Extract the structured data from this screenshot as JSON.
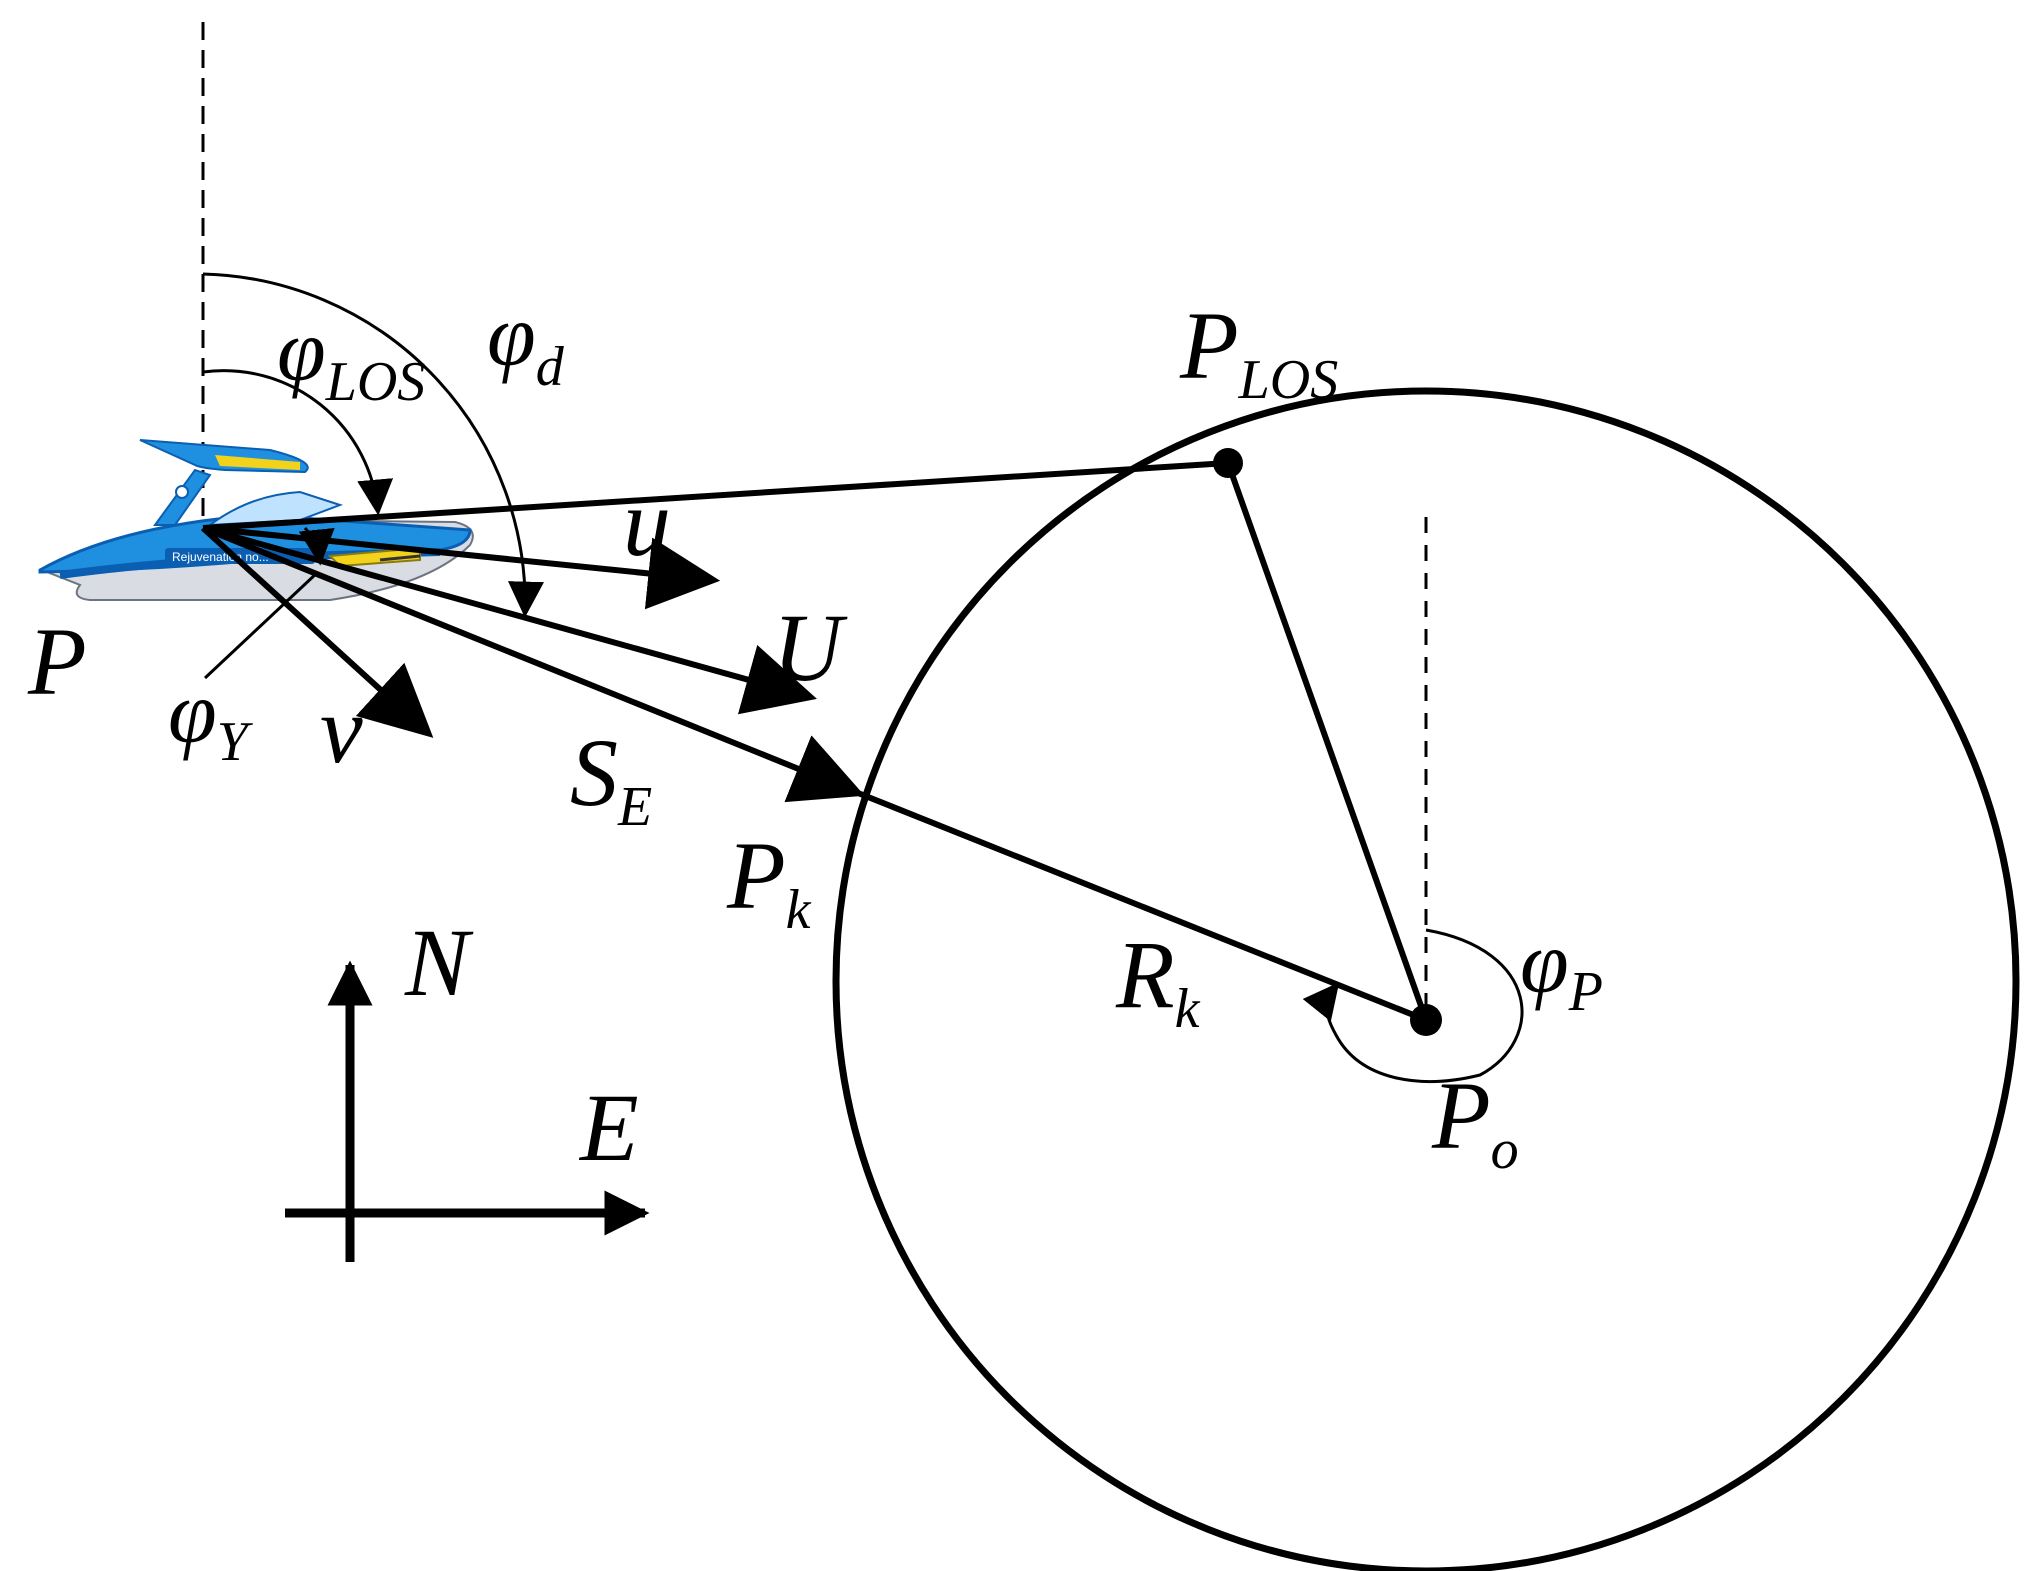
{
  "labels": {
    "P": {
      "base": "P",
      "sub": ""
    },
    "P_LOS": {
      "base": "P",
      "sub": "LOS"
    },
    "phi_LOS": {
      "base": "φ",
      "sub": "LOS"
    },
    "phi_d": {
      "base": "φ",
      "sub": "d"
    },
    "phi_Y": {
      "base": "φ",
      "sub": "Y"
    },
    "phi_P": {
      "base": "φ",
      "sub": "P"
    },
    "u": {
      "base": "u",
      "sub": ""
    },
    "U": {
      "base": "U",
      "sub": ""
    },
    "v": {
      "base": "v",
      "sub": ""
    },
    "S_E": {
      "base": "S",
      "sub": "E"
    },
    "P_k": {
      "base": "P",
      "sub": "k"
    },
    "R_k": {
      "base": "R",
      "sub": "k"
    },
    "P_o": {
      "base": "P",
      "sub": "o"
    },
    "N": {
      "base": "N",
      "sub": ""
    },
    "E": {
      "base": "E",
      "sub": ""
    }
  },
  "boat": {
    "hull_text": "Rejuvenation no..."
  },
  "colors": {
    "line": "#000000",
    "boat_blue": "#1f8fe0",
    "boat_dark_blue": "#0b5fb3",
    "boat_yellow": "#f2d21b",
    "boat_gray": "#d9dde3"
  }
}
